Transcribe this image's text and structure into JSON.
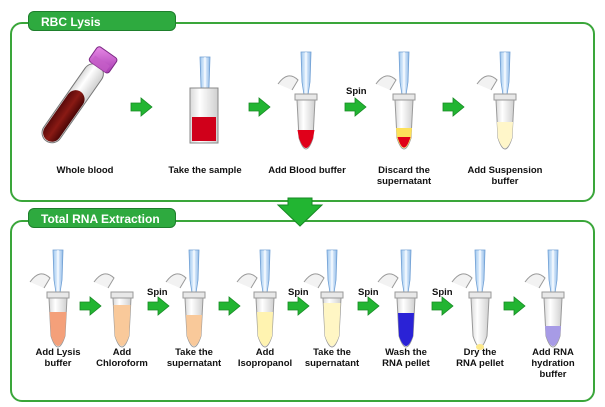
{
  "sections": {
    "rbc_lysis": {
      "title": "RBC Lysis",
      "steps": [
        {
          "label": "Whole blood"
        },
        {
          "label": "Take the sample"
        },
        {
          "label": "Add Blood buffer"
        },
        {
          "label": "Discard the\nsupernatant"
        },
        {
          "label": "Add Suspension\nbuffer"
        }
      ],
      "spin_label": "Spin"
    },
    "rna_extraction": {
      "title": "Total RNA Extraction",
      "steps": [
        {
          "label": "Add Lysis\nbuffer"
        },
        {
          "label": "Add\nChloroform"
        },
        {
          "label": "Take the\nsupernatant"
        },
        {
          "label": "Add\nIsopropanol"
        },
        {
          "label": "Take the\nsupernatant"
        },
        {
          "label": "Wash the\nRNA pellet"
        },
        {
          "label": "Dry the\nRNA pellet"
        },
        {
          "label": "Add RNA\nhydration\nbuffer"
        }
      ],
      "spin_labels": [
        "Spin",
        "Spin",
        "Spin",
        "Spin"
      ]
    }
  },
  "colors": {
    "panel_border": "#3aa63a",
    "tab_fill": "#2eaa3f",
    "arrow_fill": "#22b532",
    "blood_red": "#e0001a",
    "lysis_salmon": "#f4a07a",
    "chloroform_peach": "#f9c99a",
    "pale_yellow": "#fff3b0",
    "rna_blue": "#2a22d6",
    "hydration_lavender": "#a79be6"
  }
}
